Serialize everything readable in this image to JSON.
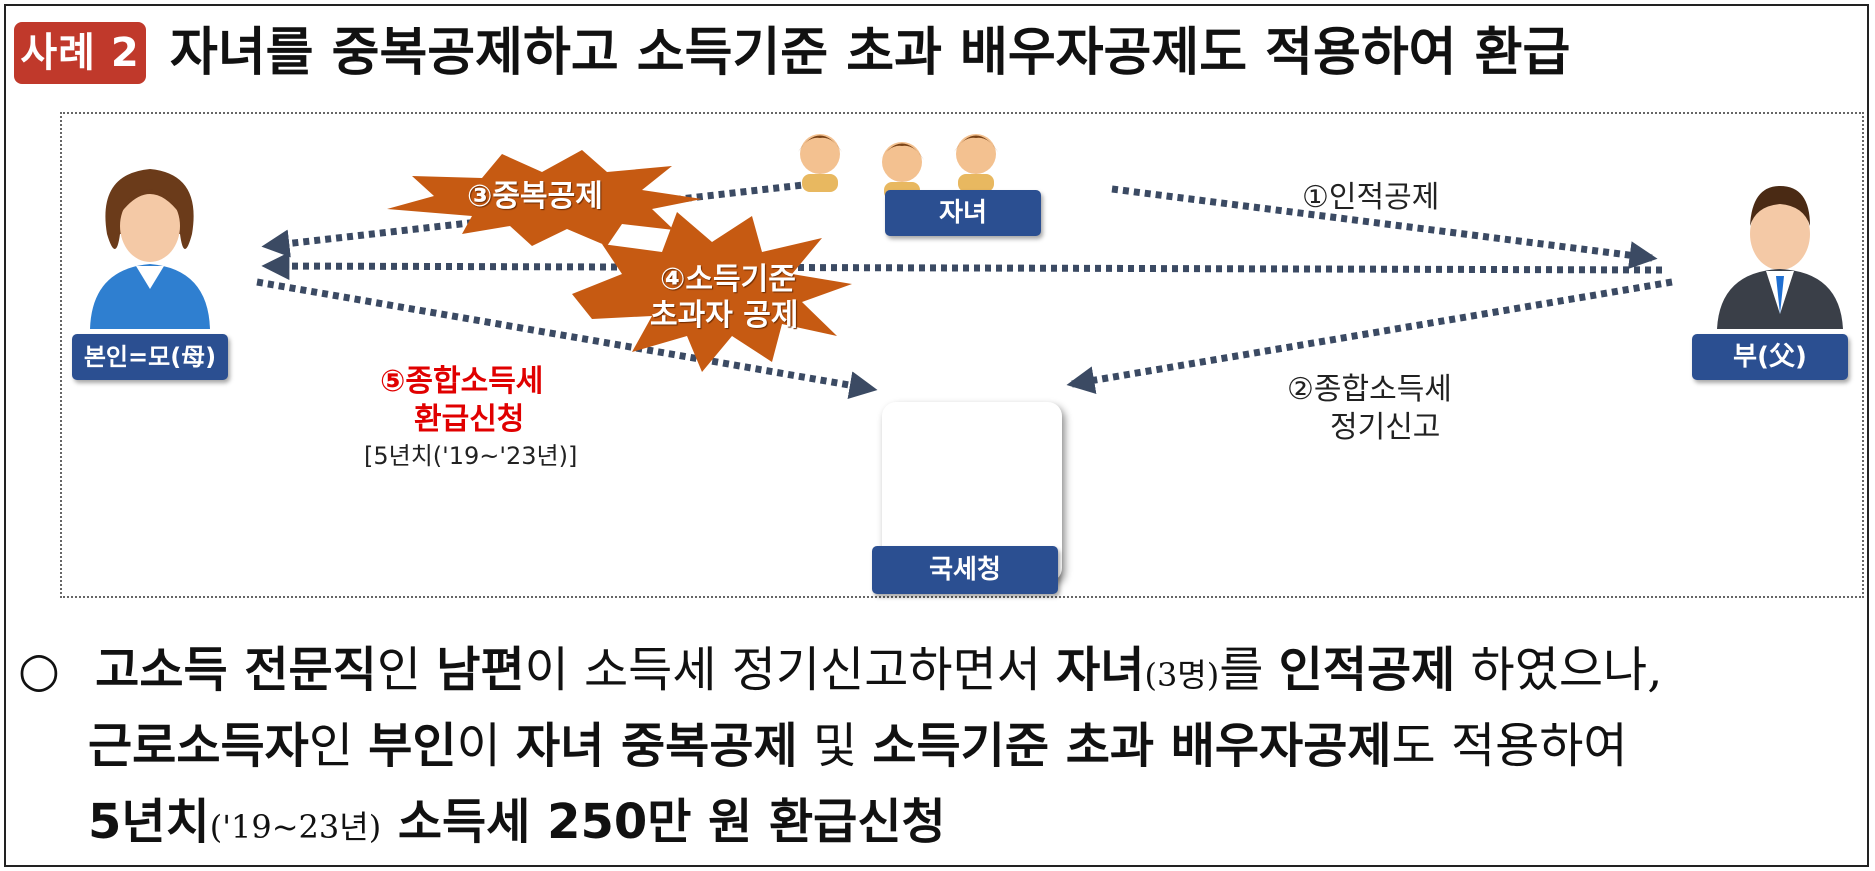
{
  "header": {
    "badge": "사례 2",
    "title": "자녀를 중복공제하고 소득기준 초과 배우자공제도 적용하여 환급"
  },
  "diagram": {
    "children_label": "자녀",
    "self_label": "본인=모(母)",
    "father_label": "부(父)",
    "nts_label": "국세청",
    "step1": "①인적공제",
    "step2_line1": "②종합소득세",
    "step2_line2": "정기신고",
    "step3": "③중복공제",
    "step4_line1": "④소득기준",
    "step4_line2": "초과자 공제",
    "step5_line1": "⑤종합소득세",
    "step5_line2": "환급신청",
    "step5_period": "[5년치('19~'23년)]"
  },
  "colors": {
    "badge": "#c0392b",
    "label_box": "#2b4f91",
    "burst": "#c65a12",
    "arrow": "#3b4a63",
    "emphasis_red": "#e00000",
    "logo_red": "#c8102e",
    "logo_blue": "#0d3a7a"
  },
  "icons": {
    "children": "children-figures-icon",
    "mother": "woman-figure-icon",
    "father": "man-figure-icon",
    "nts": "nts-logo-icon"
  },
  "body": {
    "bullet": "○",
    "line1": [
      {
        "t": "고소득 전문직",
        "b": true
      },
      {
        "t": "인 ",
        "b": false
      },
      {
        "t": "남편",
        "b": true
      },
      {
        "t": "이 소득세 정기신고하면서 ",
        "b": false
      },
      {
        "t": "자녀",
        "b": true
      },
      {
        "t": "(3명)",
        "b": false,
        "s": true
      },
      {
        "t": "를 ",
        "b": false
      },
      {
        "t": "인적공제",
        "b": true
      },
      {
        "t": " 하였으나,",
        "b": false
      }
    ],
    "line2": [
      {
        "t": "근로소득자",
        "b": true
      },
      {
        "t": "인 ",
        "b": false
      },
      {
        "t": "부인",
        "b": true
      },
      {
        "t": "이 ",
        "b": false
      },
      {
        "t": "자녀 중복공제",
        "b": true
      },
      {
        "t": " 및 ",
        "b": false
      },
      {
        "t": "소득기준 초과 배우자공제",
        "b": true
      },
      {
        "t": "도 적용하여",
        "b": false
      }
    ],
    "line3": [
      {
        "t": "5년치",
        "b": true
      },
      {
        "t": "('19~23년)",
        "b": false,
        "s": true
      },
      {
        "t": " 소득세 250만 원 환급신청",
        "b": true
      }
    ]
  }
}
